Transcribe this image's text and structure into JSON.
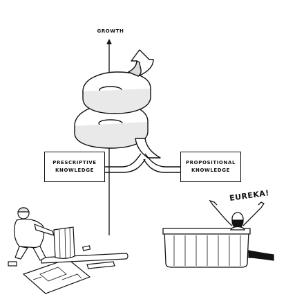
{
  "axis": {
    "label": "GROWTH"
  },
  "boxes": {
    "left": {
      "line1": "PRESCRIPTIVE",
      "line2": "KNOWLEDGE"
    },
    "right": {
      "line1": "PROPOSITIONAL",
      "line2": "KNOWLEDGE"
    }
  },
  "exclamation": "EUREKA!",
  "colors": {
    "ink": "#111111",
    "paper": "#ffffff",
    "shade": "#cfcfcf"
  }
}
